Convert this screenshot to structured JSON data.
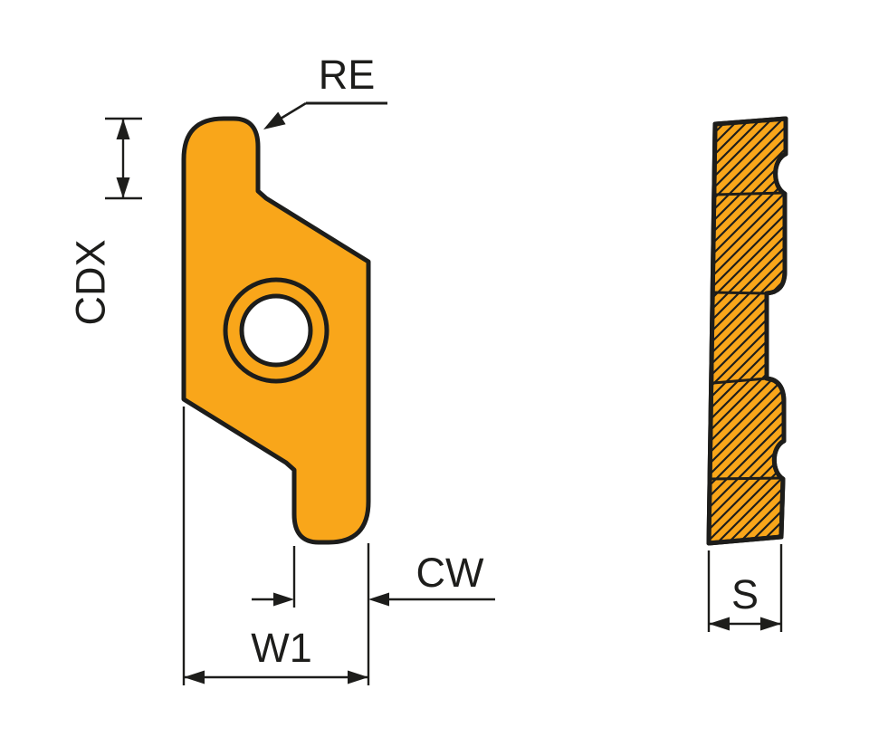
{
  "colors": {
    "insert_fill": "#F9A61A",
    "line": "#1D1D1B",
    "background": "#FFFFFF"
  },
  "labels": {
    "re": "RE",
    "cdx": "CDX",
    "cw": "CW",
    "w1": "W1",
    "s": "S"
  }
}
